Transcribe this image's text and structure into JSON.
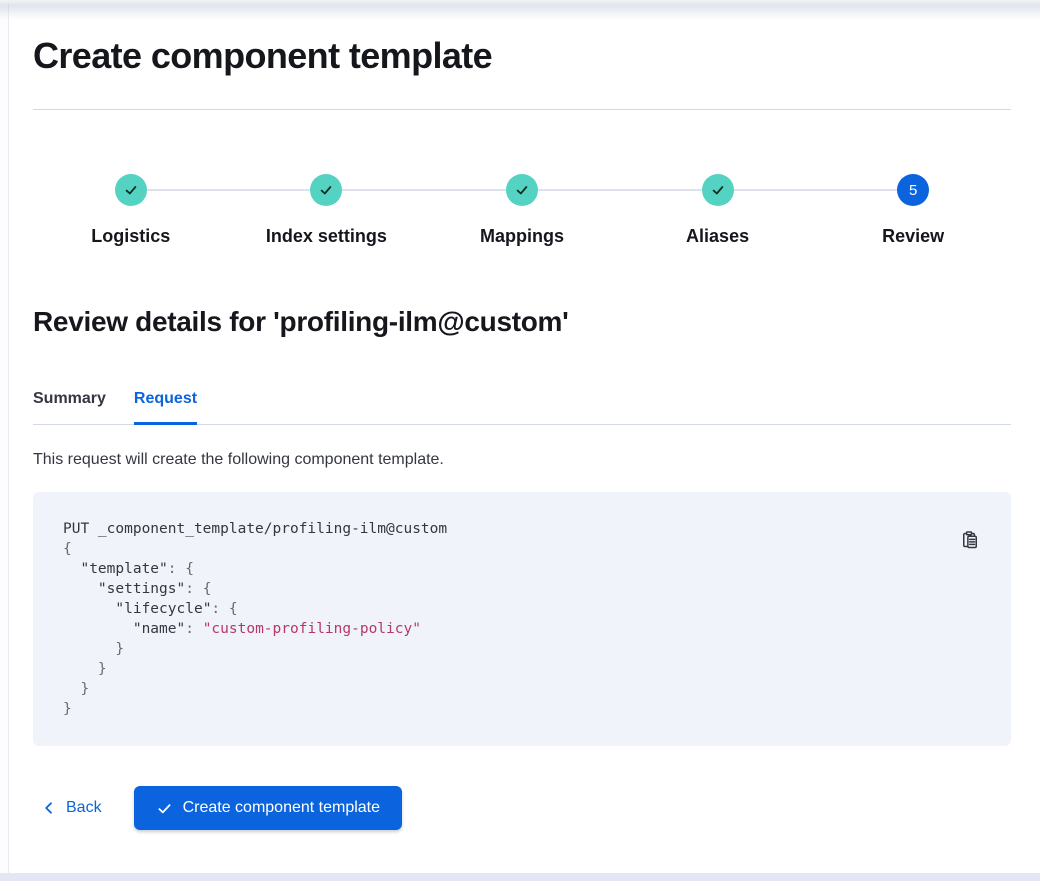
{
  "page": {
    "title": "Create component template"
  },
  "stepper": {
    "steps": [
      {
        "label": "Logistics",
        "status": "complete"
      },
      {
        "label": "Index settings",
        "status": "complete"
      },
      {
        "label": "Mappings",
        "status": "complete"
      },
      {
        "label": "Aliases",
        "status": "complete"
      },
      {
        "label": "Review",
        "status": "current",
        "number": "5"
      }
    ]
  },
  "review": {
    "heading": "Review details for 'profiling-ilm@custom'",
    "tabs": [
      {
        "label": "Summary",
        "active": false
      },
      {
        "label": "Request",
        "active": true
      }
    ],
    "description": "This request will create the following component template."
  },
  "code_block": {
    "copy_icon": "copy-clipboard-icon",
    "lines": [
      [
        {
          "t": "PUT _component_template/profiling-ilm@custom",
          "c": "plain"
        }
      ],
      [
        {
          "t": "{",
          "c": "punct"
        }
      ],
      [
        {
          "t": "  ",
          "c": "plain"
        },
        {
          "t": "\"template\"",
          "c": "key"
        },
        {
          "t": ": ",
          "c": "punct"
        },
        {
          "t": "{",
          "c": "punct"
        }
      ],
      [
        {
          "t": "    ",
          "c": "plain"
        },
        {
          "t": "\"settings\"",
          "c": "key"
        },
        {
          "t": ": ",
          "c": "punct"
        },
        {
          "t": "{",
          "c": "punct"
        }
      ],
      [
        {
          "t": "      ",
          "c": "plain"
        },
        {
          "t": "\"lifecycle\"",
          "c": "key"
        },
        {
          "t": ": ",
          "c": "punct"
        },
        {
          "t": "{",
          "c": "punct"
        }
      ],
      [
        {
          "t": "        ",
          "c": "plain"
        },
        {
          "t": "\"name\"",
          "c": "key"
        },
        {
          "t": ": ",
          "c": "punct"
        },
        {
          "t": "\"custom-profiling-policy\"",
          "c": "string"
        }
      ],
      [
        {
          "t": "      }",
          "c": "punct"
        }
      ],
      [
        {
          "t": "    }",
          "c": "punct"
        }
      ],
      [
        {
          "t": "  }",
          "c": "punct"
        }
      ],
      [
        {
          "t": "}",
          "c": "punct"
        }
      ]
    ]
  },
  "footer": {
    "back_label": "Back",
    "create_label": "Create component template"
  },
  "icons": {
    "step_complete": "check-icon",
    "back": "chevron-left-icon",
    "create": "check-icon",
    "copy": "copy-clipboard-icon"
  },
  "colors": {
    "primary": "#0b64dd",
    "success_fill": "#54d3c2",
    "code_background": "#f0f3fa",
    "code_string": "#b5386b",
    "divider": "#d3dae6",
    "text_dark": "#16171d",
    "text_body": "#343741"
  }
}
